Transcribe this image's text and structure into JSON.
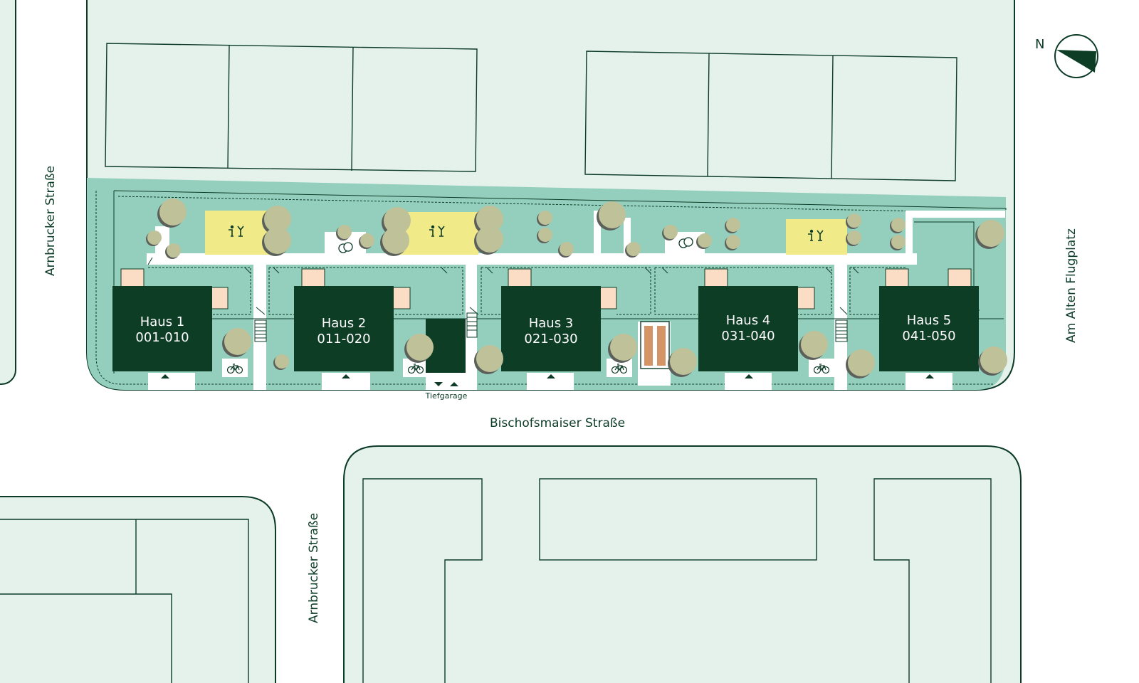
{
  "streets": {
    "left_upper": "Arnbrucker Straße",
    "left_lower": "Arnbrucker Straße",
    "bottom": "Bischofsmaiser Straße",
    "right": "Am Alten Flugplatz"
  },
  "compass": {
    "label": "N",
    "icon": "north-arrow-icon"
  },
  "houses": [
    {
      "name": "Haus 1",
      "units": "001-010"
    },
    {
      "name": "Haus 2",
      "units": "011-020"
    },
    {
      "name": "Haus 3",
      "units": "021-030"
    },
    {
      "name": "Haus 4",
      "units": "031-040"
    },
    {
      "name": "Haus 5",
      "units": "041-050"
    }
  ],
  "garage_label": "Tiefgarage",
  "icons": [
    "playground-icon",
    "meeting-point-icon",
    "bicycle-parking-icon",
    "entrance-arrow-icon",
    "tree-icon",
    "north-arrow-icon"
  ],
  "colors": {
    "dark_green": "#0e3d26",
    "yard_green": "#94cfbd",
    "block_fill": "#e5f2eb",
    "playground_yellow": "#f1ea88",
    "balcony_peach": "#fbdcc5",
    "tree": "#bfc199",
    "bike_shelter": "#d49466"
  }
}
